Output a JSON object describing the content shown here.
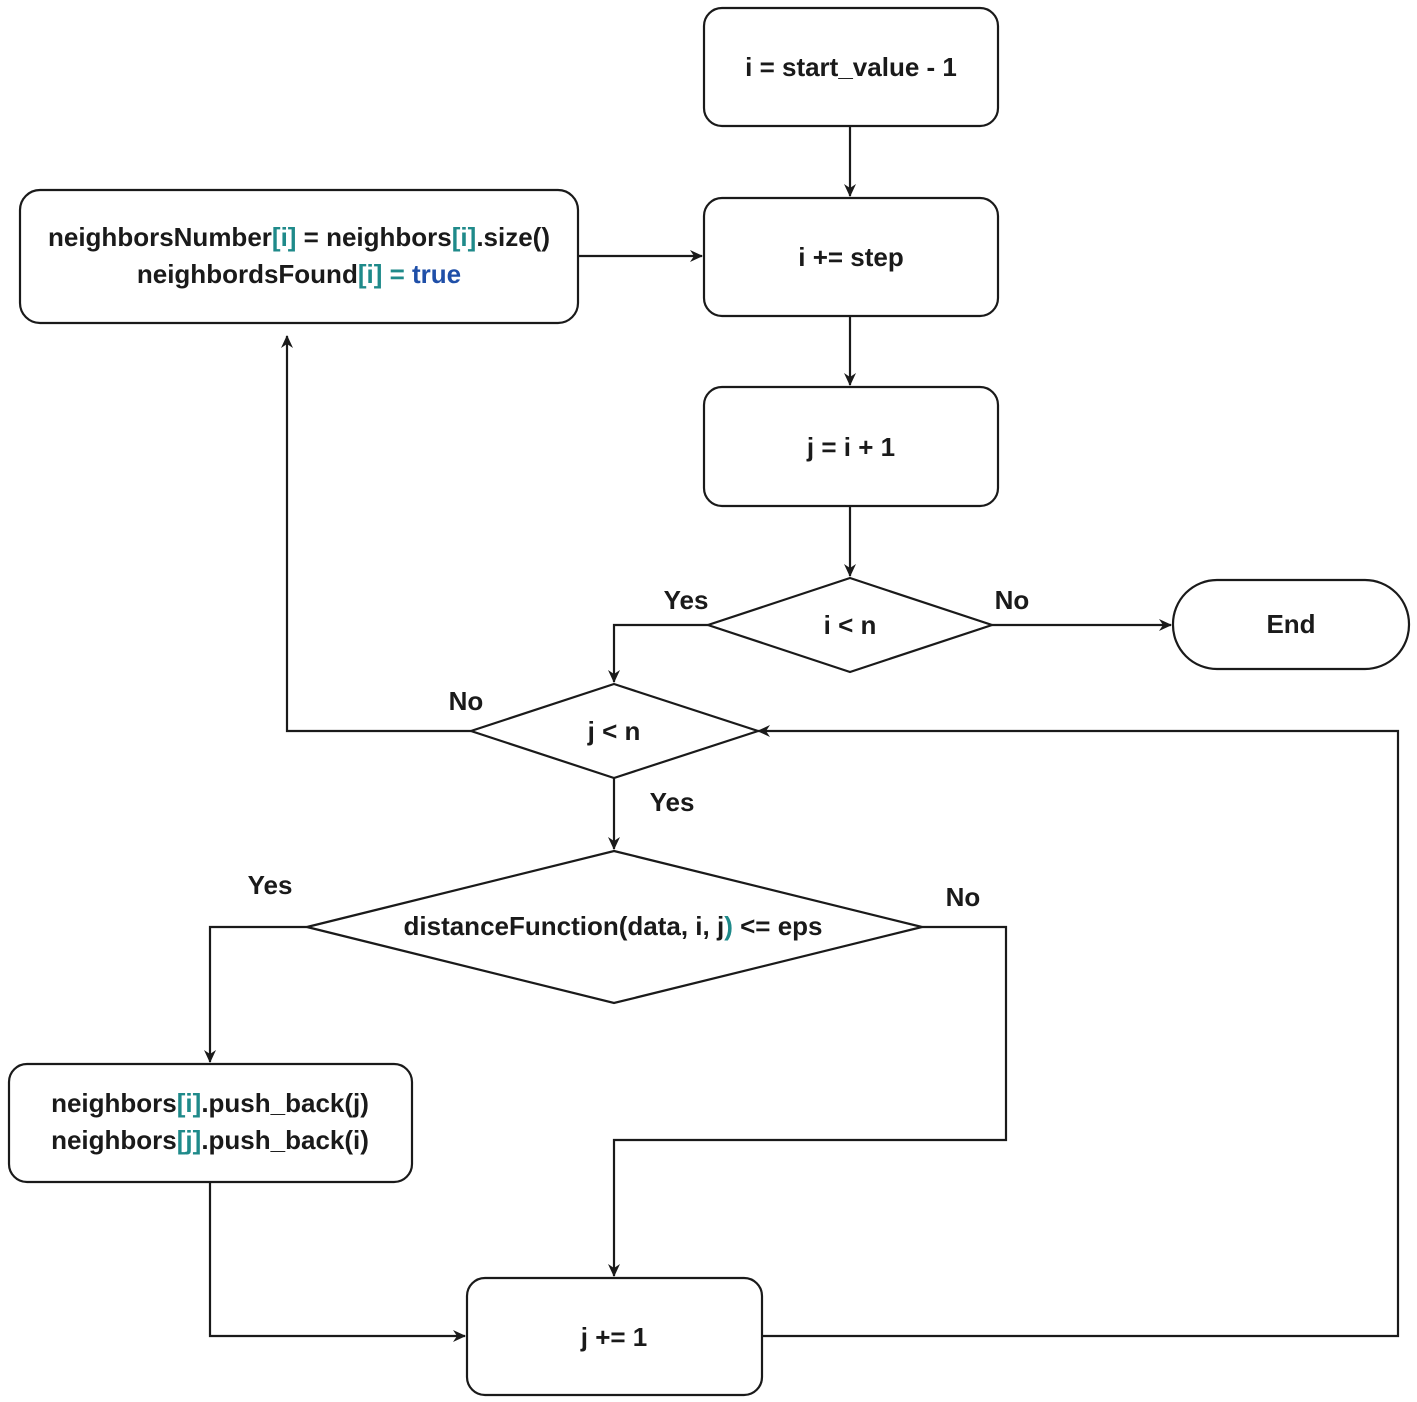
{
  "nodes": {
    "init_i": {
      "text": "i = start_value - 1"
    },
    "incr_i": {
      "text": "i += step"
    },
    "init_j": {
      "text": "j = i + 1"
    },
    "cond_i": {
      "text": "i < n"
    },
    "end": {
      "text": "End"
    },
    "cond_j": {
      "text": "j < n"
    },
    "cond_dist": {
      "segments": [
        {
          "text": "distanceFunction(data, i, j",
          "style": "plain"
        },
        {
          "text": ")",
          "style": "teal"
        },
        {
          "text": " <= eps",
          "style": "plain"
        }
      ]
    },
    "record": {
      "lines": [
        [
          {
            "text": "neighborsNumber",
            "style": "plain"
          },
          {
            "text": "[i]",
            "style": "teal"
          },
          {
            "text": " = neighbors",
            "style": "plain"
          },
          {
            "text": "[i]",
            "style": "teal"
          },
          {
            "text": ".size()",
            "style": "plain"
          }
        ],
        [
          {
            "text": "neighbordsFound",
            "style": "plain"
          },
          {
            "text": "[i]",
            "style": "teal"
          },
          {
            "text": " = ",
            "style": "teal"
          },
          {
            "text": "true",
            "style": "blue"
          }
        ]
      ]
    },
    "push": {
      "lines": [
        [
          {
            "text": "neighbors",
            "style": "plain"
          },
          {
            "text": "[i]",
            "style": "teal"
          },
          {
            "text": ".push_back(j)",
            "style": "plain"
          }
        ],
        [
          {
            "text": "neighbors",
            "style": "plain"
          },
          {
            "text": "[j]",
            "style": "teal"
          },
          {
            "text": ".push_back(i)",
            "style": "plain"
          }
        ]
      ]
    },
    "incr_j": {
      "text": "j += 1"
    }
  },
  "edge_labels": {
    "cond_i_yes": "Yes",
    "cond_i_no": "No",
    "cond_j_no": "No",
    "cond_j_yes": "Yes",
    "cond_dist_yes": "Yes",
    "cond_dist_no": "No"
  },
  "colors": {
    "line": "#1a1a1a",
    "bracket": "#1f8a8a",
    "keyword": "#1f4fa8"
  }
}
